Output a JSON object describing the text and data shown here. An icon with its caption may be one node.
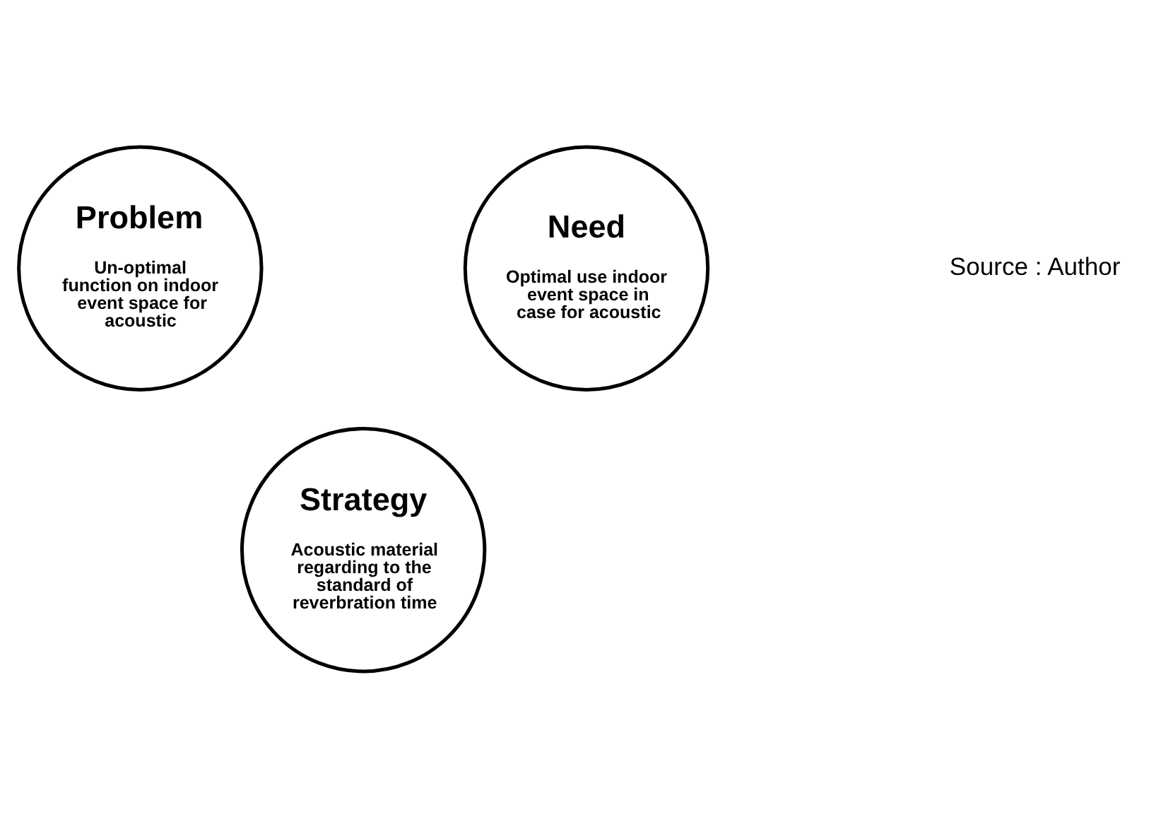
{
  "diagram": {
    "nodes": [
      {
        "text": [
          "Problem",
          "Un-optimal function on indoor event space for acoustic"
        ]
      },
      {
        "text": [
          "Need",
          "Optimal use indoor event space in case for acoustic"
        ]
      },
      {
        "text": [
          "Strategy",
          "Acoustic material regarding to the standard of reverbration time"
        ]
      }
    ],
    "edges": [],
    "labels": [
      "Source : Author"
    ]
  }
}
